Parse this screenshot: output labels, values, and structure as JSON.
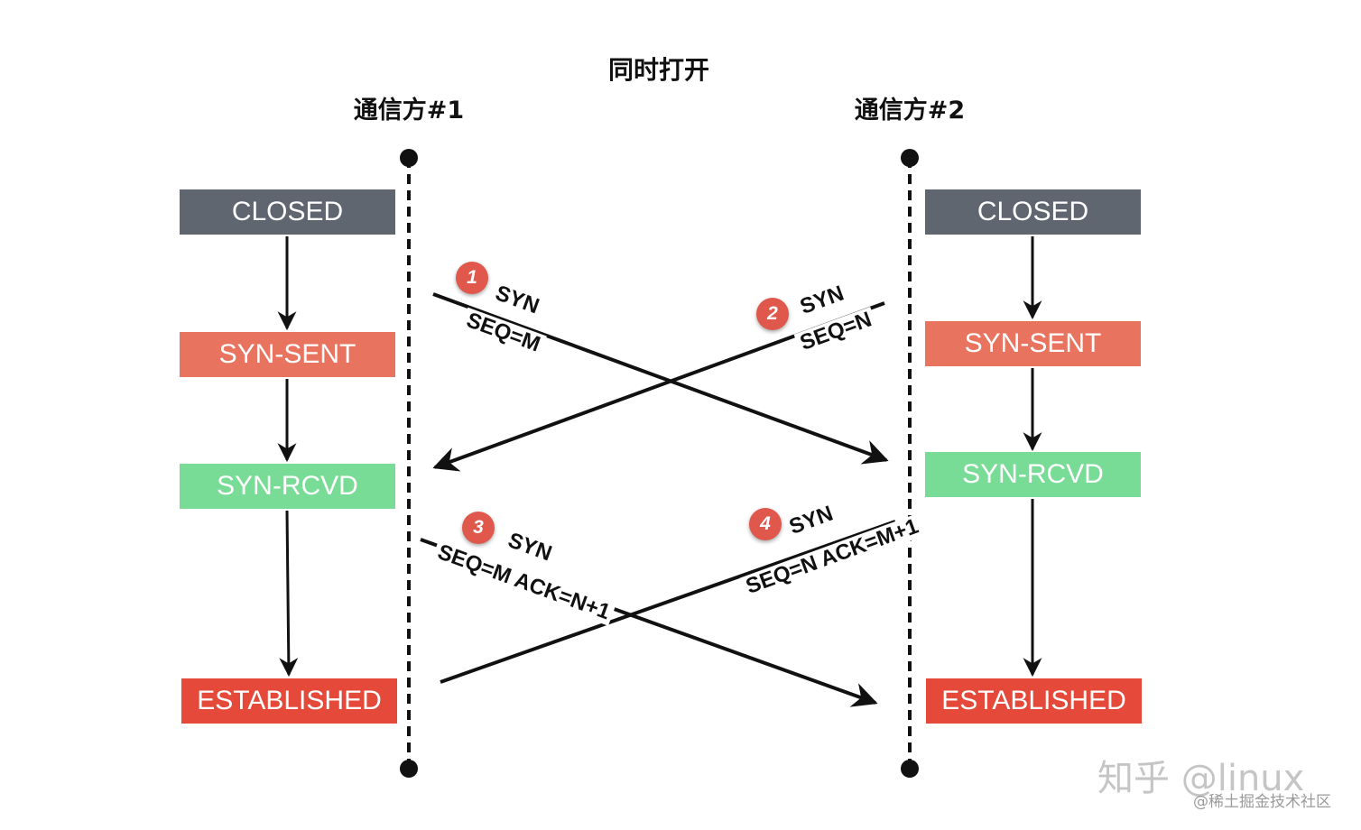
{
  "title": "同时打开",
  "parties": {
    "left": "通信方#1",
    "right": "通信方#2"
  },
  "left_states": [
    "CLOSED",
    "SYN-SENT",
    "SYN-RCVD",
    "ESTABLISHED"
  ],
  "right_states": [
    "CLOSED",
    "SYN-SENT",
    "SYN-RCVD",
    "ESTABLISHED"
  ],
  "messages": [
    {
      "num": "1",
      "line1": "SYN",
      "line2": "SEQ=M"
    },
    {
      "num": "2",
      "line1": "SYN",
      "line2": "SEQ=N"
    },
    {
      "num": "3",
      "line1": "SYN",
      "line2": "SEQ=M ACK=N+1"
    },
    {
      "num": "4",
      "line1": "SYN",
      "line2": "SEQ=N ACK=M+1"
    }
  ],
  "watermark": {
    "main": "知乎 @linux",
    "sub": "@稀土掘金技术社区"
  },
  "colors": {
    "closed": "#5f6670",
    "syn_sent": "#e8735e",
    "syn_rcvd": "#78dc96",
    "established": "#e4493a",
    "badge": "#e0574c"
  }
}
